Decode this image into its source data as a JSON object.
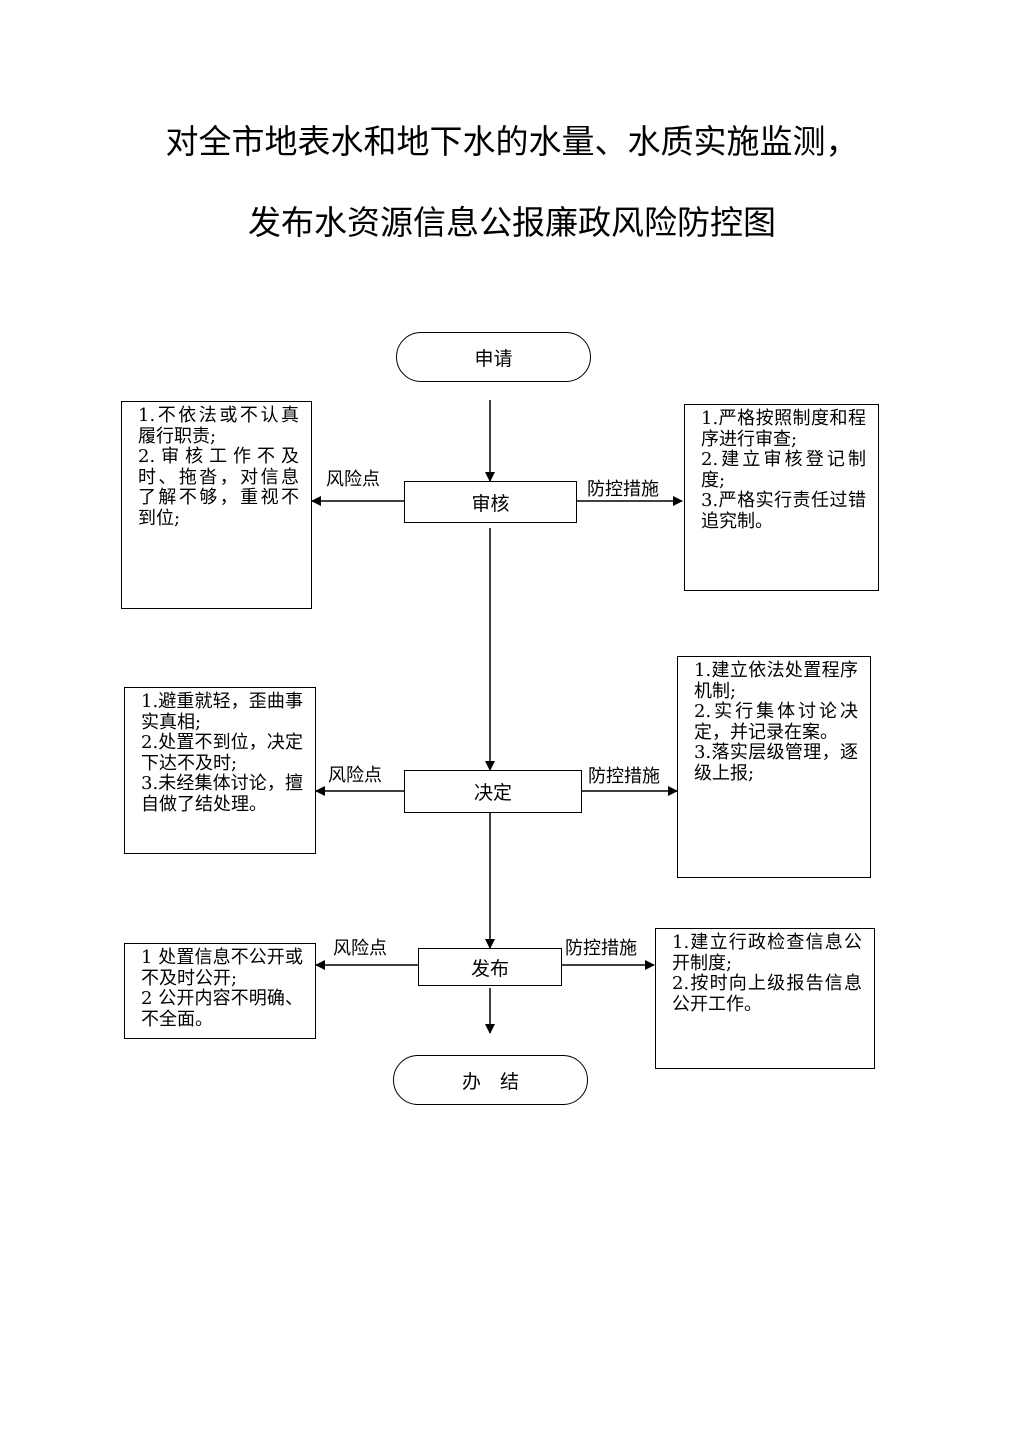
{
  "title": {
    "line1": "对全市地表水和地下水的水量、水质实施监测，",
    "line2": "发布水资源信息公报廉政风险防控图"
  },
  "flow": {
    "start": "申请",
    "end": "办　结",
    "steps": [
      {
        "label": "审核",
        "risk_label": "风险点",
        "control_label": "防控措施",
        "risks": [
          "1.不依法或不认真履行职责;",
          "2.审核工作不及时、拖沓，对信息了解不够，重视不到位;"
        ],
        "controls": [
          "1.严格按照制度和程序进行审查;",
          "2.建立审核登记制度;",
          "3.严格实行责任过错追究制。"
        ]
      },
      {
        "label": "决定",
        "risk_label": "风险点",
        "control_label": "防控措施",
        "risks": [
          "1.避重就轻，歪曲事实真相;",
          "2.处置不到位，决定下达不及时;",
          "3.未经集体讨论，擅自做了结处理。"
        ],
        "controls": [
          "1.建立依法处置程序机制;",
          "2.实行集体讨论决定，并记录在案。",
          "3.落实层级管理，逐级上报;"
        ]
      },
      {
        "label": "发布",
        "risk_label": "风险点",
        "control_label": "防控措施",
        "risks": [
          "1 处置信息不公开或不及时公开;",
          "2 公开内容不明确、不全面。"
        ],
        "controls": [
          "1.建立行政检查信息公开制度;",
          "2.按时向上级报告信息公开工作。"
        ]
      }
    ]
  }
}
